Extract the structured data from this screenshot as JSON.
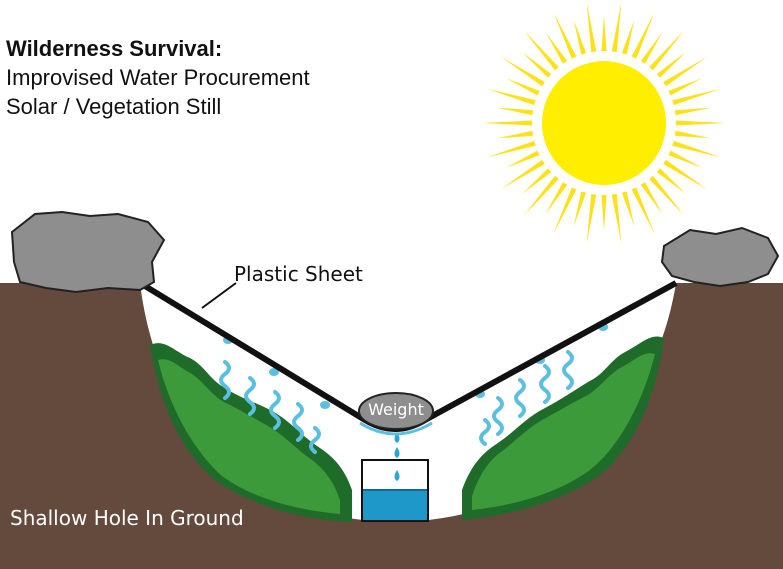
{
  "title": "Wilderness Survival:",
  "subtitle_line1": "Improvised Water Procurement",
  "subtitle_line2": "Solar / Vegetation Still",
  "labels": {
    "plastic_sheet": "Plastic Sheet",
    "weight": "Weight",
    "hole": "Shallow Hole In Ground"
  },
  "colors": {
    "ground": "#634a3d",
    "sun": "#ffee00",
    "sun_rays": "#ffe11a",
    "rock": "#8e8e8e",
    "vegetation_dark": "#1f6b2a",
    "vegetation_light": "#3d9a3a",
    "vapor": "#5bbfe0",
    "water": "#1e98c8",
    "sheet": "#111111"
  },
  "icons": [
    "sun-icon",
    "rock-icon",
    "vegetation-icon",
    "vapor-icon",
    "water-drop-icon",
    "collection-cup-icon"
  ]
}
